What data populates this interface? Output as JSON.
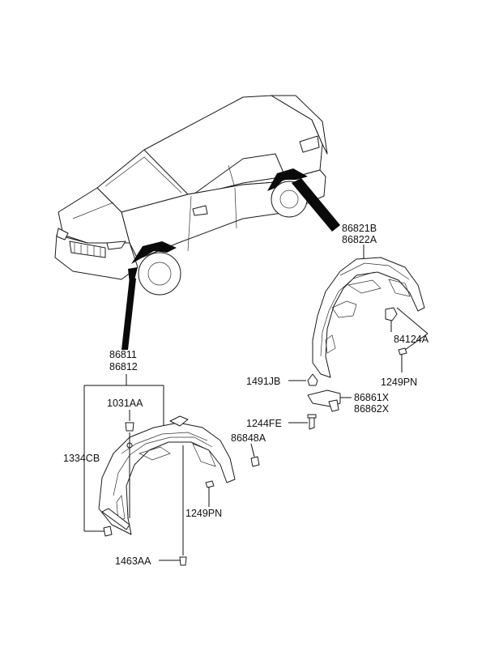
{
  "diagram": {
    "parts": {
      "rear_liner_lh": "86821B",
      "rear_liner_rh": "86822A",
      "nut_84124A": "84124A",
      "screw_rear": "1249PN",
      "clip_1491JB": "1491JB",
      "bracket_lh": "86861X",
      "bracket_rh": "86862X",
      "bolt_1244FE": "1244FE",
      "clip_86848A": "86848A",
      "front_liner_lh": "86811",
      "front_liner_rh": "86812",
      "clip_1031AA": "1031AA",
      "clip_1334CB": "1334CB",
      "screw_front": "1249PN",
      "screw_1463AA": "1463AA"
    }
  }
}
